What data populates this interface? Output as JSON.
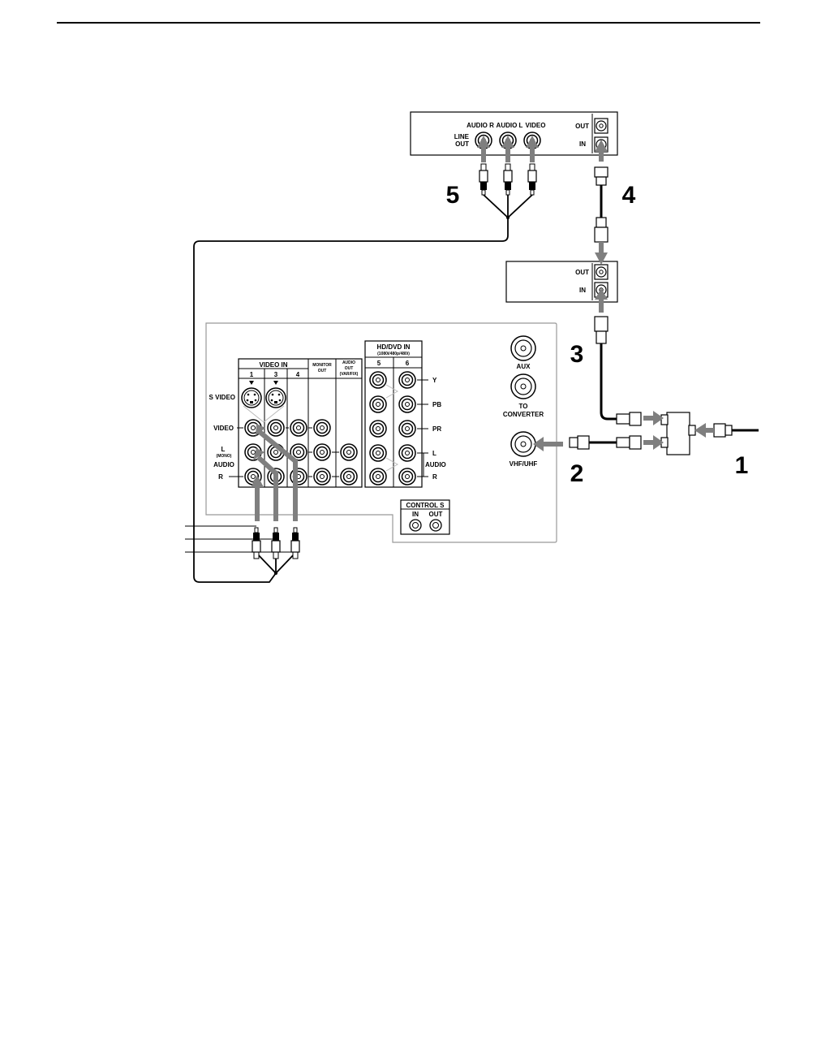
{
  "vcr": {
    "line_out": [
      "LINE",
      "OUT"
    ],
    "audio_r": "AUDIO R",
    "audio_l": "AUDIO L",
    "video": "VIDEO",
    "out": "OUT",
    "in": "IN"
  },
  "cable_box": {
    "out": "OUT",
    "in": "IN"
  },
  "tv": {
    "video_in_header": "VIDEO IN",
    "input_numbers": [
      "1",
      "3",
      "4"
    ],
    "monitor_out": [
      "MONITOR",
      "OUT"
    ],
    "audio_out": [
      "AUDIO",
      "OUT"
    ],
    "audio_out_sub": "(VAR/FIX)",
    "hd_dvd_in": "HD/DVD IN",
    "hd_dvd_sub": "(1080i/480p/480i)",
    "hd_numbers": [
      "5",
      "6"
    ],
    "row_labels": {
      "s_video": "S VIDEO",
      "video": "VIDEO",
      "l": "L",
      "mono": "(MONO)",
      "audio": "AUDIO",
      "r": "R"
    },
    "hd_labels": {
      "y": "Y",
      "pb": "PB",
      "pr": "PR",
      "l": "L",
      "audio": "AUDIO",
      "r": "R"
    },
    "aux": "AUX",
    "to_converter": [
      "TO",
      "CONVERTER"
    ],
    "vhf_uhf": "VHF/UHF",
    "control_s": "CONTROL S",
    "control_in": "IN",
    "control_out": "OUT"
  },
  "step_numbers": [
    "1",
    "2",
    "3",
    "4",
    "5"
  ],
  "colors": {
    "line": "#000000",
    "arrow": "#7f7f7f",
    "panel_border": "#999999"
  }
}
